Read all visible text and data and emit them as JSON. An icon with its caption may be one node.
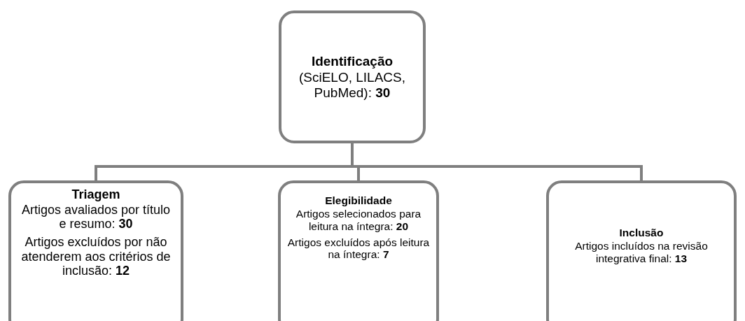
{
  "diagram": {
    "nodes": [
      {
        "text": [
          "Identificação",
          "(SciELO, LILACS, PubMed): **30**"
        ]
      },
      {
        "text": [
          "Triagem",
          "Artigos avaliados por título e resumo: **30**",
          "Artigos excluídos por não atenderem aos critérios de inclusão: **12**"
        ]
      },
      {
        "text": [
          "Elegibilidade",
          "Artigos selecionados para leitura na íntegra: **20**",
          "Artigos excluídos após leitura na íntegra: **7**"
        ]
      },
      {
        "text": [
          "Inclusão",
          "Artigos incluídos na revisão integrativa final: **13**"
        ]
      }
    ],
    "edges": [
      {
        "from": 0,
        "to": 1,
        "arrow": "none"
      },
      {
        "from": 0,
        "to": 2,
        "arrow": "none"
      },
      {
        "from": 0,
        "to": 3,
        "arrow": "none"
      }
    ]
  }
}
